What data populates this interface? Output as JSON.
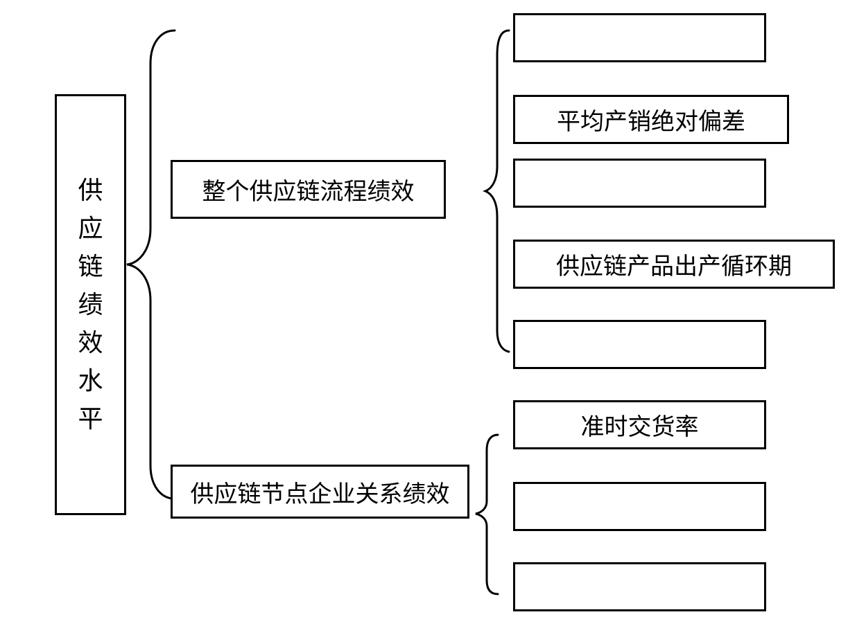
{
  "root": {
    "label": "供应链绩效水平"
  },
  "branches": [
    {
      "label": "整个供应链流程绩效",
      "children": [
        "",
        "平均产销绝对偏差",
        "",
        "供应链产品出产循环期",
        ""
      ]
    },
    {
      "label": "供应链节点企业关系绩效",
      "children": [
        "准时交货率",
        "",
        ""
      ]
    }
  ]
}
